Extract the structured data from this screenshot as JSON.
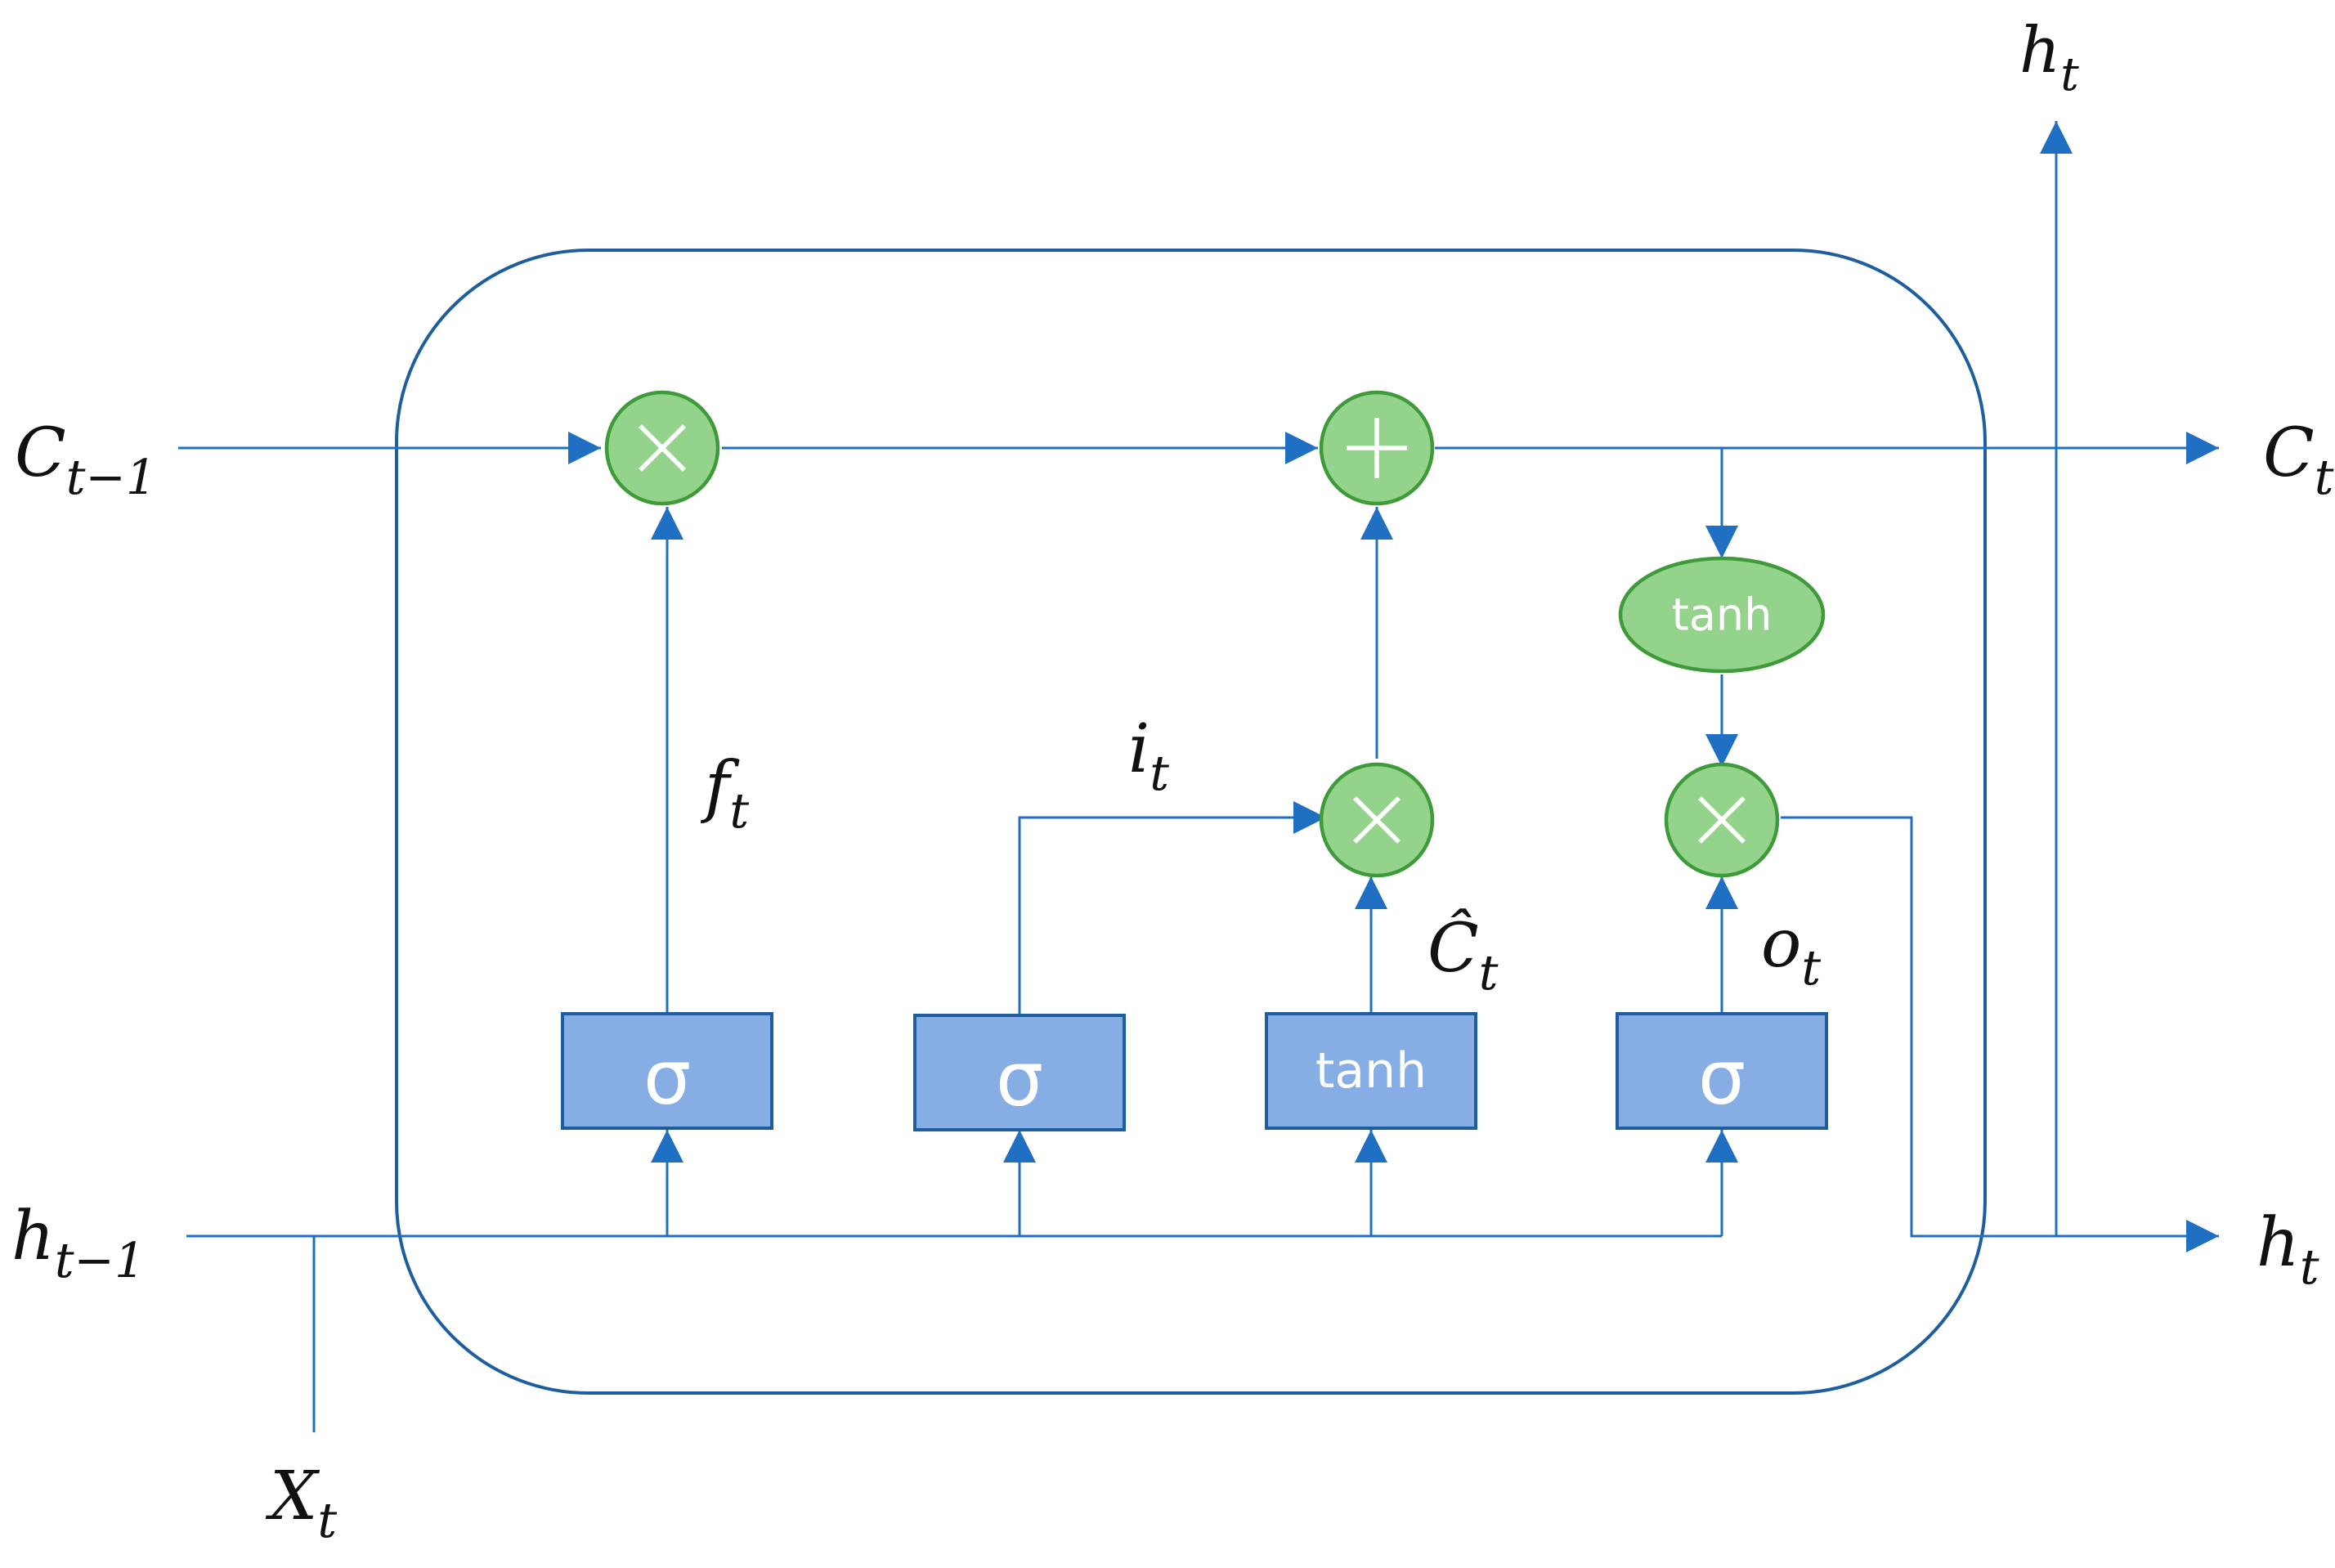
{
  "labels": {
    "c_prev": "C",
    "c_prev_sub": "t−1",
    "c_next": "C",
    "c_next_sub": "t",
    "h_prev": "h",
    "h_prev_sub": "t−1",
    "h_next": "h",
    "h_next_sub": "t",
    "h_top": "h",
    "h_top_sub": "t",
    "x_in": "X",
    "x_in_sub": "t",
    "f": "f",
    "f_sub": "t",
    "i": "i",
    "i_sub": "t",
    "c_hat": "Ĉ",
    "c_hat_sub": "t",
    "o": "o",
    "o_sub": "t"
  },
  "gates": {
    "forget": "σ",
    "input": "σ",
    "candidate": "tanh",
    "output": "σ"
  },
  "cell_tanh": "tanh",
  "colors": {
    "line": "#1F6FC2",
    "gate_fill": "#86ADE4",
    "op_fill": "#94D38C",
    "op_stroke": "#3F9A3A"
  }
}
